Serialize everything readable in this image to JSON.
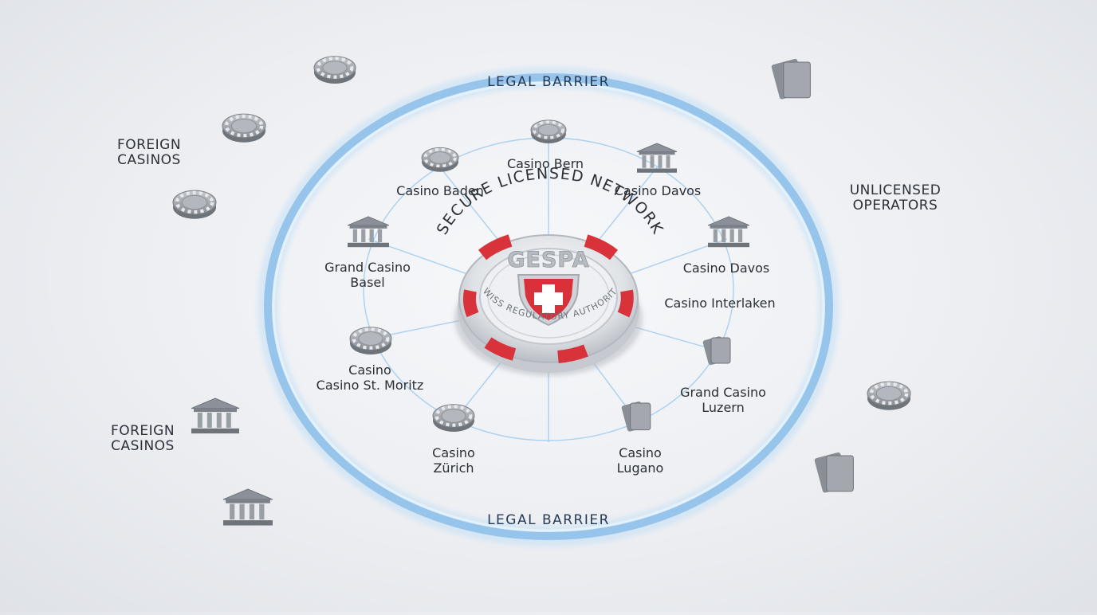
{
  "barrier": {
    "top_label": "LEGAL BARRIER",
    "bottom_label": "LEGAL BARRIER"
  },
  "network": {
    "title": "SECURE LICENSED NETWORK",
    "hub": {
      "name": "GESPA",
      "subtitle": "SWISS REGULATORY AUTHORITY",
      "emblem": "swiss-cross-shield-icon"
    },
    "nodes": [
      {
        "key": "casino-bern",
        "lines": [
          "Casino Bern"
        ],
        "icon": "chip-icon"
      },
      {
        "key": "casino-baden",
        "lines": [
          "Casino Baden"
        ],
        "icon": "chip-icon"
      },
      {
        "key": "casino-davos-top",
        "lines": [
          "Casino Davos"
        ],
        "icon": "bank-icon"
      },
      {
        "key": "grand-casino-basel",
        "lines": [
          "Grand Casino",
          "Basel"
        ],
        "icon": "bank-icon"
      },
      {
        "key": "casino-davos-right",
        "lines": [
          "Casino Davos"
        ],
        "icon": "bank-icon"
      },
      {
        "key": "casino-interlaken",
        "lines": [
          "Casino Interlaken"
        ],
        "icon": "none"
      },
      {
        "key": "casino-st-moritz",
        "lines": [
          "Casino",
          "Casino St. Moritz"
        ],
        "icon": "chip-icon"
      },
      {
        "key": "grand-casino-luzern",
        "lines": [
          "Grand Casino",
          "Luzern"
        ],
        "icon": "cards-icon"
      },
      {
        "key": "casino-zurich",
        "lines": [
          "Casino",
          "Zürich"
        ],
        "icon": "chip-icon"
      },
      {
        "key": "casino-lugano",
        "lines": [
          "Casino",
          "Lugano"
        ],
        "icon": "cards-icon"
      }
    ]
  },
  "outside": {
    "foreign_top": [
      "FOREIGN",
      "CASINOS"
    ],
    "foreign_bottom": [
      "FOREIGN",
      "CASINOS"
    ],
    "unlicensed": [
      "UNLICENSED",
      "OPERATORS"
    ]
  },
  "colors": {
    "barrier_ring": "#8fc0ea",
    "hub_red": "#d8333b",
    "hub_silver": "#d9dde2",
    "icon_gray": "#8c9098",
    "link_line": "#a9d0f0"
  }
}
